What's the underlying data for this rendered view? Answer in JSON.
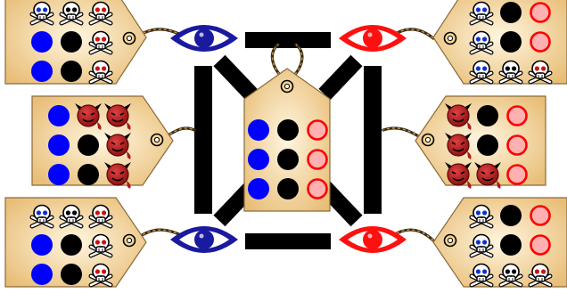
{
  "colors": {
    "tag_light": "#fff4dc",
    "tag_dark": "#e9bf78",
    "tag_border": "#8a6a3a",
    "blue": "#0000ff",
    "black": "#000000",
    "ring_red": "#ff0000",
    "ring_fill": "#ffb0b0",
    "eye_blue": "#1a1aa0",
    "eye_red": "#ff1010",
    "devil": "#b01818"
  },
  "icons": {
    "blue_piece": "blue-circle",
    "black_piece": "black-circle",
    "empty_piece": "red-ring-circle",
    "skull": "skull-crossbones",
    "devil": "devil-face",
    "eye": "eye",
    "bar": "black-bar"
  },
  "tags": [
    {
      "id": "top-left",
      "grid": [
        [
          "skull-blue",
          "skull-black",
          "skull-red"
        ],
        [
          "blue",
          "black",
          "skull-red"
        ],
        [
          "blue",
          "black",
          "skull-red"
        ]
      ]
    },
    {
      "id": "middle-left",
      "grid": [
        [
          "blue",
          "devil",
          "devil"
        ],
        [
          "blue",
          "black",
          "devil"
        ],
        [
          "blue",
          "black",
          "devil"
        ]
      ]
    },
    {
      "id": "bottom-left",
      "grid": [
        [
          "skull-blue",
          "skull-black",
          "skull-red"
        ],
        [
          "blue",
          "black",
          "skull-red"
        ],
        [
          "blue",
          "black",
          "skull-red"
        ]
      ]
    },
    {
      "id": "center",
      "grid": [
        [
          "blue",
          "black",
          "ring"
        ],
        [
          "blue",
          "black",
          "ring"
        ],
        [
          "blue",
          "black",
          "ring"
        ]
      ]
    },
    {
      "id": "top-right",
      "grid": [
        [
          "skull-blue",
          "black",
          "ring"
        ],
        [
          "skull-blue",
          "black",
          "ring"
        ],
        [
          "skull-blue",
          "skull-black",
          "skull-red"
        ]
      ]
    },
    {
      "id": "middle-right",
      "grid": [
        [
          "devil",
          "black",
          "ring"
        ],
        [
          "devil",
          "black",
          "ring"
        ],
        [
          "devil",
          "devil",
          "ring"
        ]
      ]
    },
    {
      "id": "bottom-right",
      "grid": [
        [
          "skull-blue",
          "black",
          "ring"
        ],
        [
          "skull-blue",
          "black",
          "ring"
        ],
        [
          "skull-blue",
          "skull-black",
          "skull-red"
        ]
      ]
    }
  ],
  "eyes": [
    {
      "id": "top-left-eye",
      "color": "blue"
    },
    {
      "id": "bottom-left-eye",
      "color": "blue"
    },
    {
      "id": "top-right-eye",
      "color": "red"
    },
    {
      "id": "bottom-right-eye",
      "color": "red"
    }
  ]
}
